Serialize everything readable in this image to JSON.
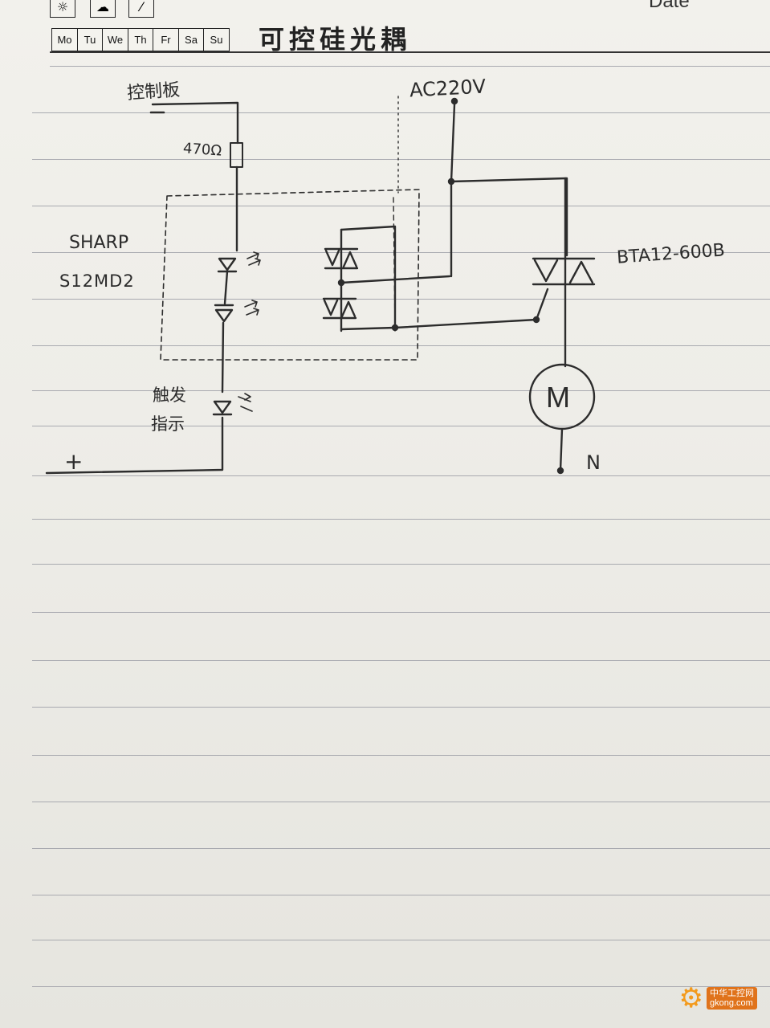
{
  "header": {
    "weekdays": [
      "Mo",
      "Tu",
      "We",
      "Th",
      "Fr",
      "Sa",
      "Su"
    ],
    "date_label": "Date",
    "title": "可控硅光耦",
    "icons": [
      "sun-icon",
      "cloud-icon",
      "rain-icon"
    ]
  },
  "diagram": {
    "control_board_label": "控制板",
    "resistor_label": "470Ω",
    "optocoupler_brand": "SHARP",
    "optocoupler_model": "S12MD2",
    "indicator_label_line1": "触发",
    "indicator_label_line2": "指示",
    "plus_label": "+",
    "minus_label": "−",
    "ac_label": "AC220V",
    "triac_label": "BTA12-600B",
    "motor_label": "M",
    "neutral_label": "N"
  },
  "watermark": {
    "text_line1": "中华工控网",
    "text_line2": "gkong.com"
  }
}
